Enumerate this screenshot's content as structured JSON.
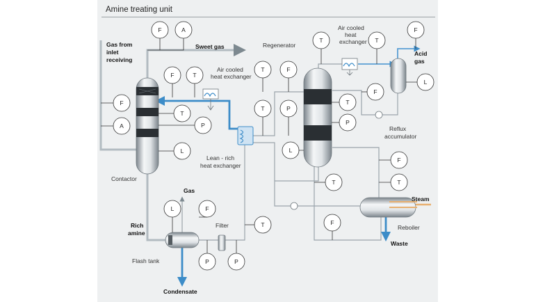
{
  "title": "Amine treating unit",
  "labels": {
    "gas_from_inlet": [
      "Gas from",
      "inlet",
      "receiving"
    ],
    "sweet_gas": "Sweet gas",
    "acid_gas": [
      "Acid",
      "gas"
    ],
    "regenerator": "Regenerator",
    "air_cooled_hx_left": [
      "Air cooled",
      "heat exchanger"
    ],
    "air_cooled_hx_right": [
      "Air cooled",
      "heat",
      "exchanger"
    ],
    "lean_rich_hx": [
      "Lean - rich",
      "heat exchanger"
    ],
    "reflux_accumulator": [
      "Reflux",
      "accumulator"
    ],
    "contactor": "Contactor",
    "gas": "Gas",
    "rich_amine": [
      "Rich",
      "amine"
    ],
    "filter": "Filter",
    "flash_tank": "Flash tank",
    "condensate": "Condensate",
    "steam": "Steam",
    "reboiler": "Reboiler",
    "waste": "Waste"
  },
  "instruments": {
    "sweet_gas_flow": "F",
    "sweet_gas_analyzer": "A",
    "inlet_flow": "F",
    "inlet_analyzer": "A",
    "contactor_top_flow": "F",
    "contactor_top_temp": "T",
    "contactor_temp": "T",
    "contactor_pressure": "P",
    "contactor_level": "L",
    "regen_overhead_temp": "T",
    "acid_gas_temp": "T",
    "acid_gas_flow": "F",
    "accumulator_level": "L",
    "reflux_flow": "F",
    "regen_feed_temp": "T",
    "regen_feed_flow": "F",
    "lean_temp": "T",
    "lean_pressure": "P",
    "regen_temp": "T",
    "regen_pressure": "P",
    "regen_level": "L",
    "reboiler_flow": "F",
    "reboiler_temp": "T",
    "lean_pump_temp": "T",
    "waste_flow": "F",
    "flash_level": "L",
    "flash_flow": "F",
    "filter_temp": "T",
    "flash_pressure_1": "P",
    "flash_pressure_2": "P"
  },
  "colors": {
    "panel": "#eef0f1",
    "process_line": "#9aa4ab",
    "water_line": "#3c8cc8",
    "steam_line": "#e8b070",
    "vessel_band": "#2a2f33"
  }
}
